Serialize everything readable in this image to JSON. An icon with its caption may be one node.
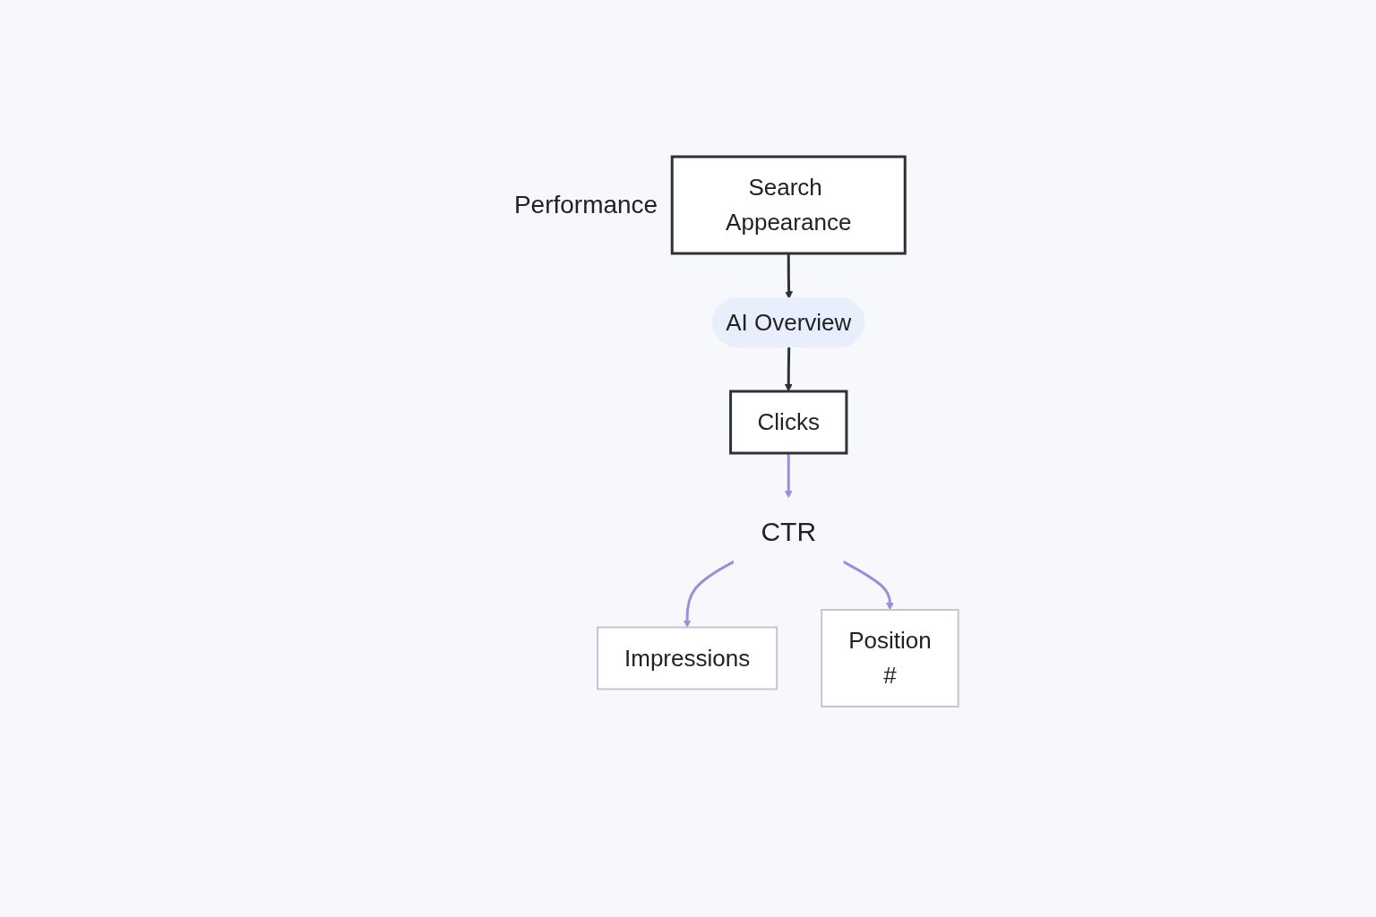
{
  "diagram": {
    "nodes": [
      {
        "text": [
          "Search Appearance"
        ],
        "beside": [
          "Performance"
        ]
      },
      {
        "text": [
          "AI Overview"
        ]
      },
      {
        "text": [
          "Clicks"
        ]
      },
      {
        "text": [
          "CTR"
        ]
      },
      {
        "text": [
          "Impressions"
        ]
      },
      {
        "text": [
          "Position",
          "#"
        ]
      }
    ],
    "edges": [
      {
        "from": 0,
        "to": 1,
        "arrow": "to",
        "color": "#2d3138"
      },
      {
        "from": 1,
        "to": 2,
        "arrow": "to",
        "color": "#2d3138"
      },
      {
        "from": 2,
        "to": 3,
        "arrow": "to"
      },
      {
        "from": 3,
        "to": 4,
        "arrow": "to"
      },
      {
        "from": 3,
        "to": 5,
        "arrow": "to"
      }
    ]
  }
}
